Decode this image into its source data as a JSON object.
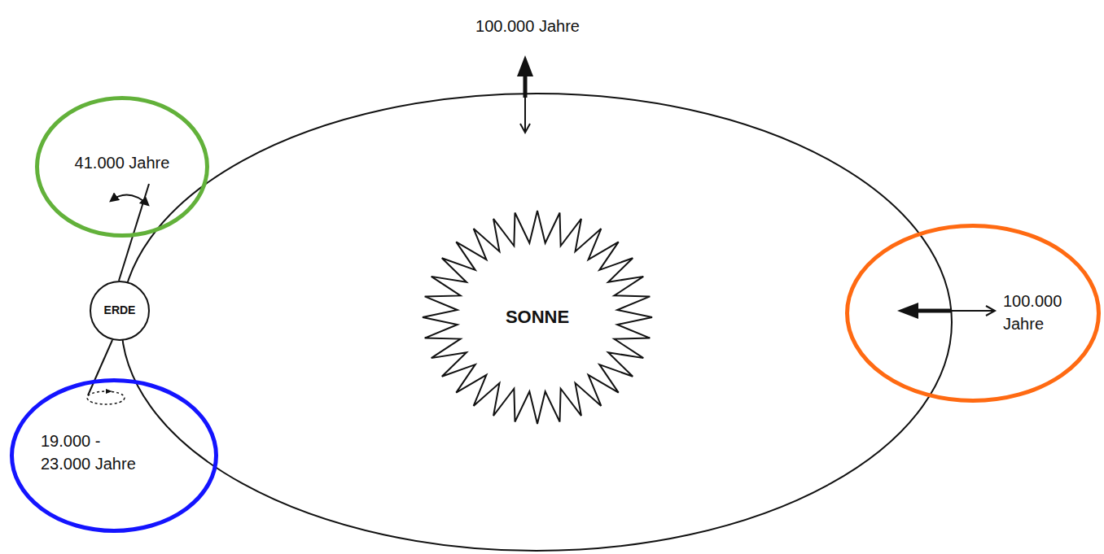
{
  "diagram": {
    "nodes": [
      {
        "text": [
          "41.000 Jahre"
        ]
      },
      {
        "text": [
          "ERDE"
        ]
      },
      {
        "text": [
          "SONNE"
        ]
      },
      {
        "text": [
          "100.000 Jahre"
        ]
      },
      {
        "text": [
          "19.000 - 23.000 Jahre"
        ]
      }
    ],
    "labels": [
      "100.000 Jahre"
    ]
  }
}
